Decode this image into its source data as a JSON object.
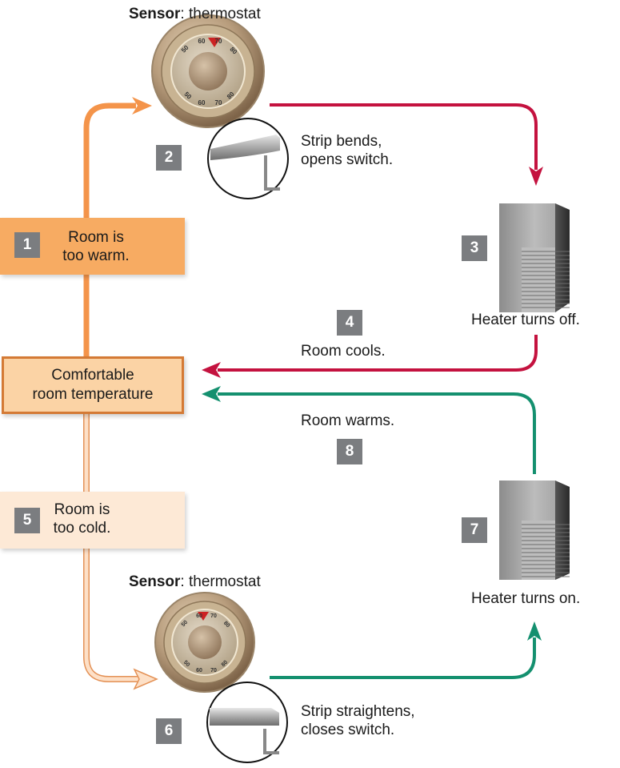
{
  "diagram": {
    "title": "Thermostat negative feedback loop",
    "center": {
      "label_line1": "Comfortable",
      "label_line2": "room temperature"
    },
    "steps": [
      {
        "number": "1",
        "line1": "Room is",
        "line2": "too warm."
      },
      {
        "number": "2",
        "line1": "Strip bends,",
        "line2": "opens switch."
      },
      {
        "number": "3",
        "text": "Heater turns off."
      },
      {
        "number": "4",
        "text": "Room cools."
      },
      {
        "number": "5",
        "line1": "Room is",
        "line2": "too cold."
      },
      {
        "number": "6",
        "line1": "Strip straightens,",
        "line2": "closes switch."
      },
      {
        "number": "7",
        "text": "Heater turns on."
      },
      {
        "number": "8",
        "text": "Room warms."
      }
    ],
    "sensors": [
      {
        "bold": "Sensor",
        "rest": ": thermostat"
      },
      {
        "bold": "Sensor",
        "rest": ": thermostat"
      }
    ],
    "dial_ticks": [
      "50",
      "60",
      "70",
      "80"
    ],
    "colors": {
      "warm_arrow": "#f4944a",
      "cold_arrow": "#f8c9a3",
      "off_path": "#c4123f",
      "on_path": "#14906f",
      "warm_box": "#f7ab62",
      "cold_box": "#fde9d6",
      "comfort_box": "#fbd3a5",
      "comfort_border": "#d47a35",
      "badge": "#7b7d80"
    }
  }
}
